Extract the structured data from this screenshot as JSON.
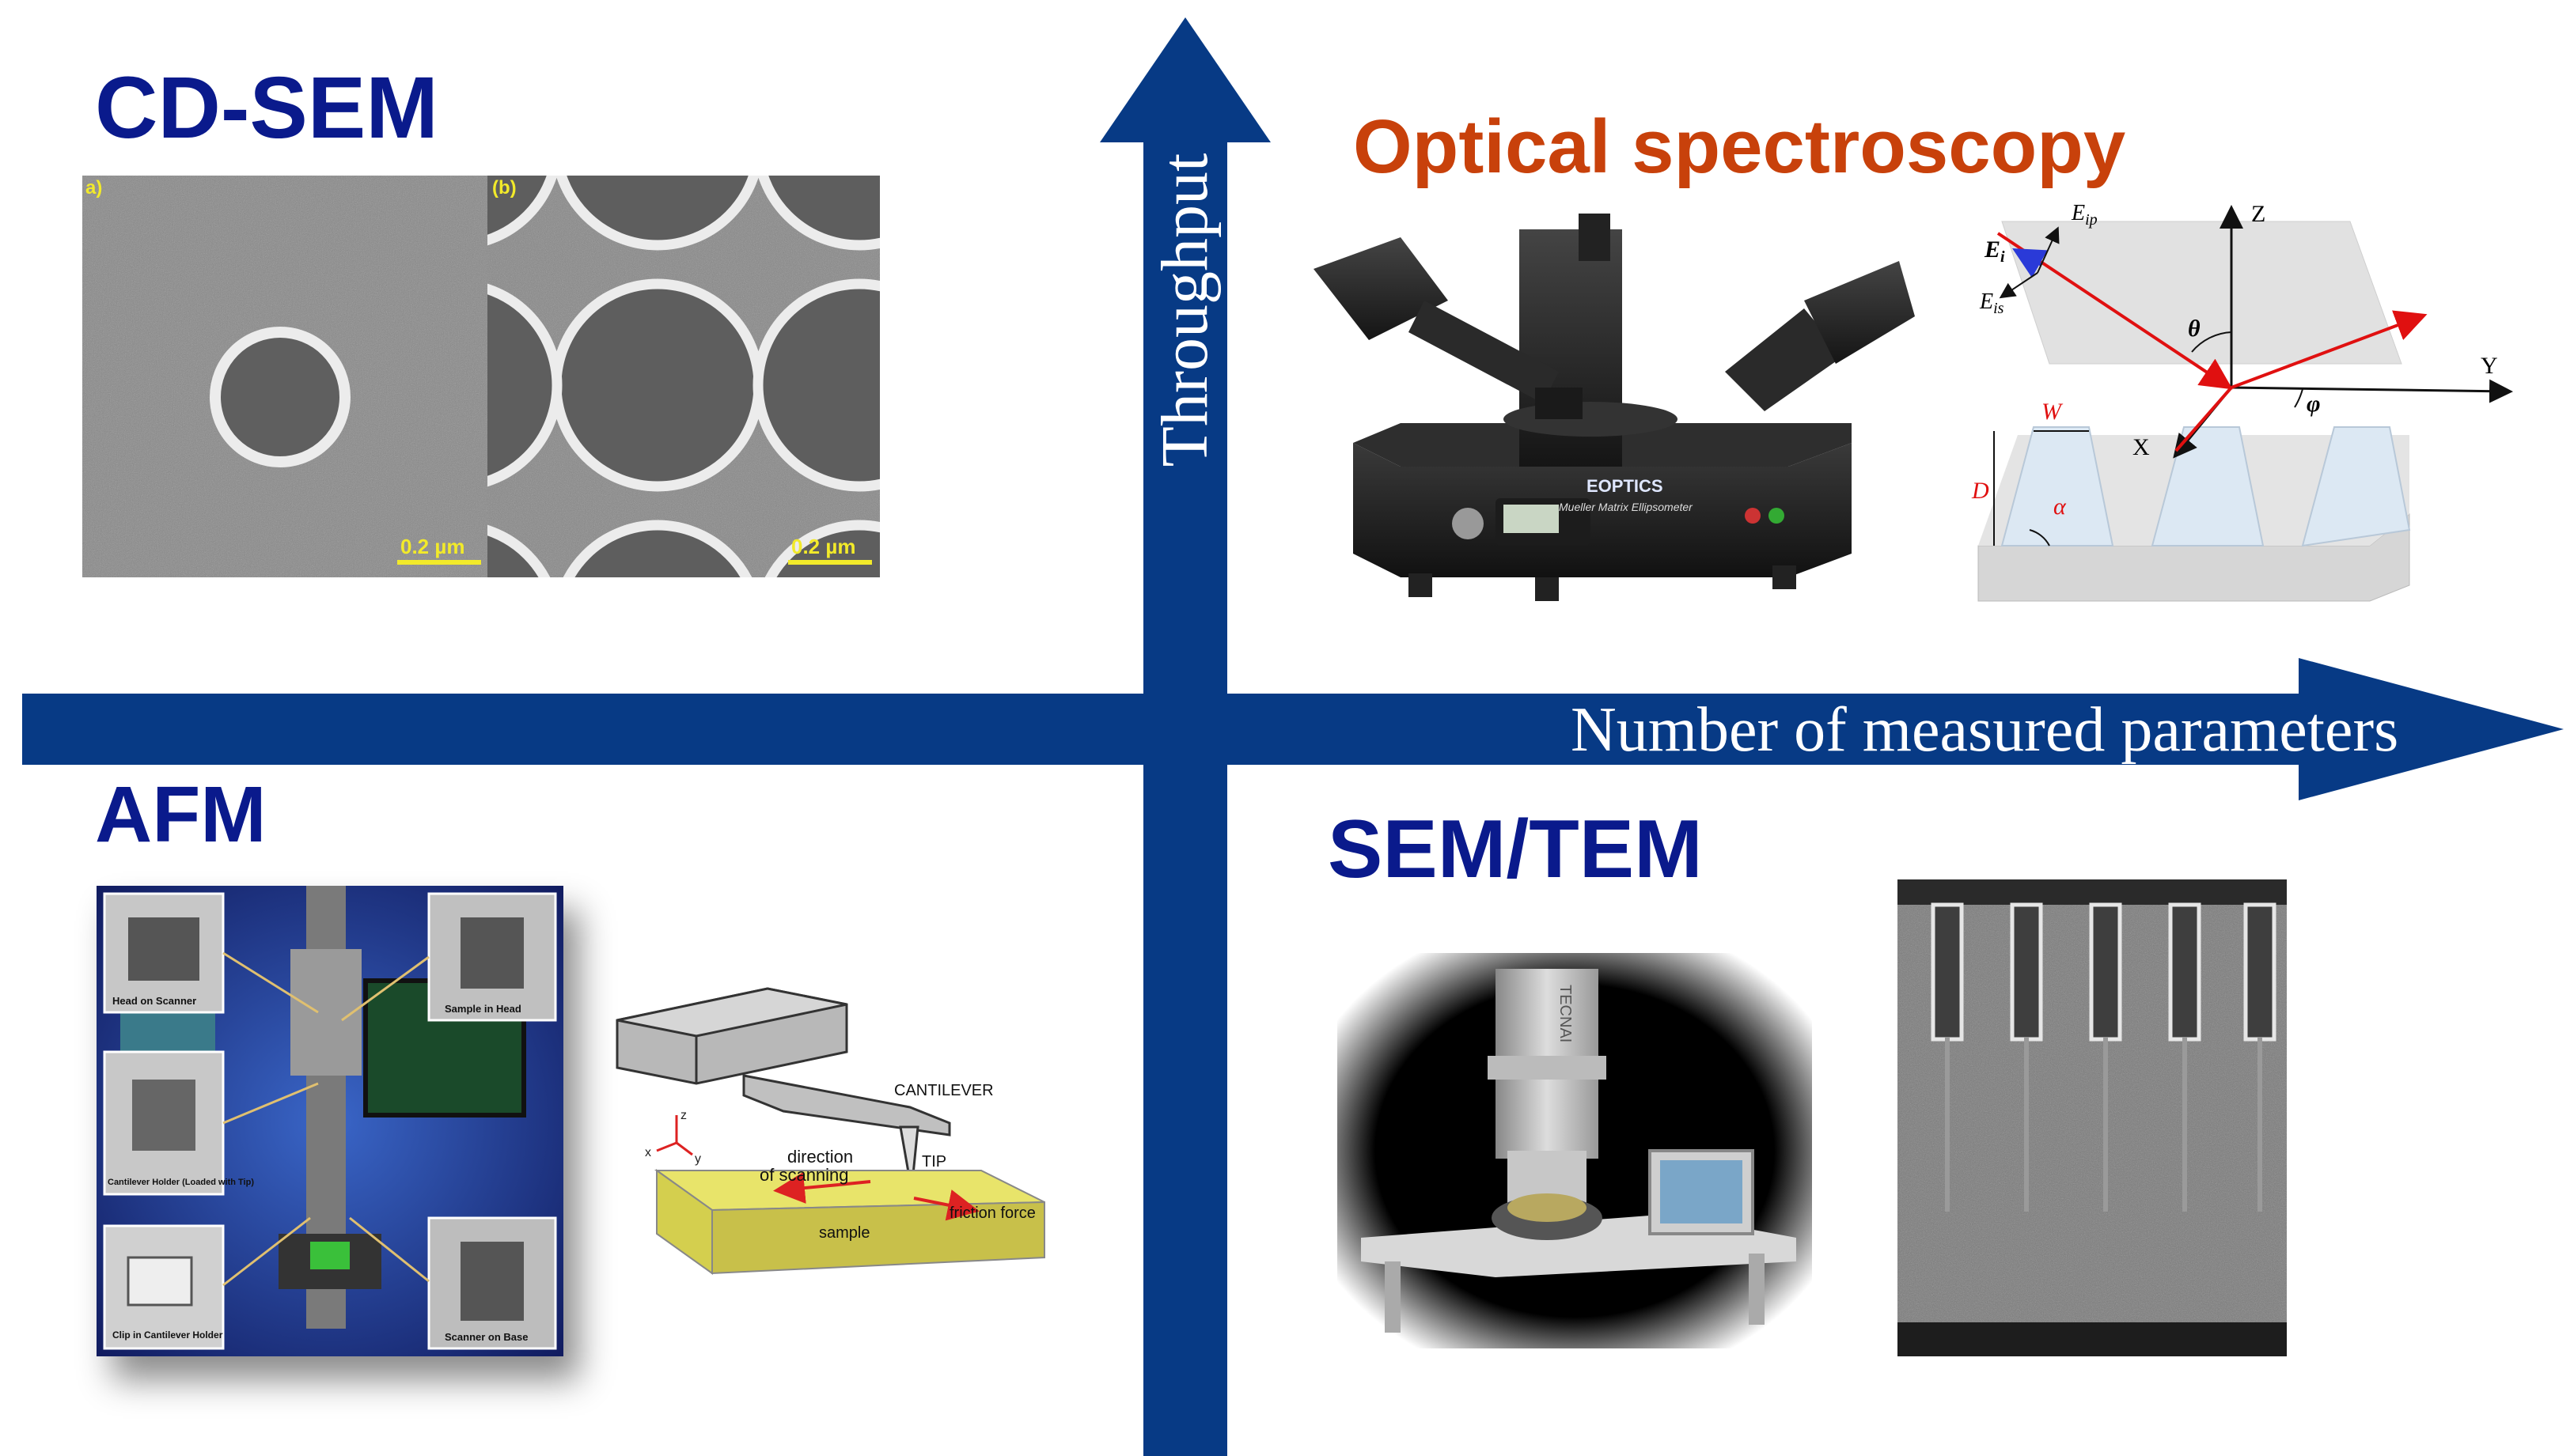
{
  "colors": {
    "axis": "#073a85",
    "title_blue": "#0a1a8c",
    "title_orange": "#c8410b",
    "scale_bar": "#f2ea2a"
  },
  "axes": {
    "vertical_label": "Throughput",
    "horizontal_label": "Number of measured parameters"
  },
  "quadrants": {
    "cd_sem": {
      "title": "CD-SEM",
      "panel_a_tag": "a)",
      "panel_b_tag": "(b)",
      "scale_a": "0.2 µm",
      "scale_b": "0.2 µm"
    },
    "optical": {
      "title": "Optical spectroscopy",
      "instrument_brand": "EOPTICS",
      "instrument_model": "Mueller Matrix Ellipsometer",
      "diagram_labels": {
        "z": "Z",
        "y": "Y",
        "x": "X",
        "ei": "E",
        "ei_sub": "i",
        "eip": "E",
        "eip_sub": "ip",
        "eis": "E",
        "eis_sub": "is",
        "theta": "θ",
        "phi": "φ",
        "w": "W",
        "d": "D",
        "alpha": "α"
      }
    },
    "afm": {
      "title": "AFM",
      "photo_captions": [
        "Head on Scanner",
        "Sample in Head",
        "Cantilever Holder (Loaded with Tip)",
        "Clip in Cantilever Holder",
        "Scanner on Base"
      ],
      "diagram_labels": {
        "cantilever": "CANTILEVER",
        "tip": "TIP",
        "direction_line1": "direction",
        "direction_line2": "of scanning",
        "friction": "friction force",
        "sample": "sample",
        "ax_x": "x",
        "ax_y": "y",
        "ax_z": "z"
      }
    },
    "sem_tem": {
      "title": "SEM/TEM",
      "instrument_brand": "TECNAI"
    }
  }
}
